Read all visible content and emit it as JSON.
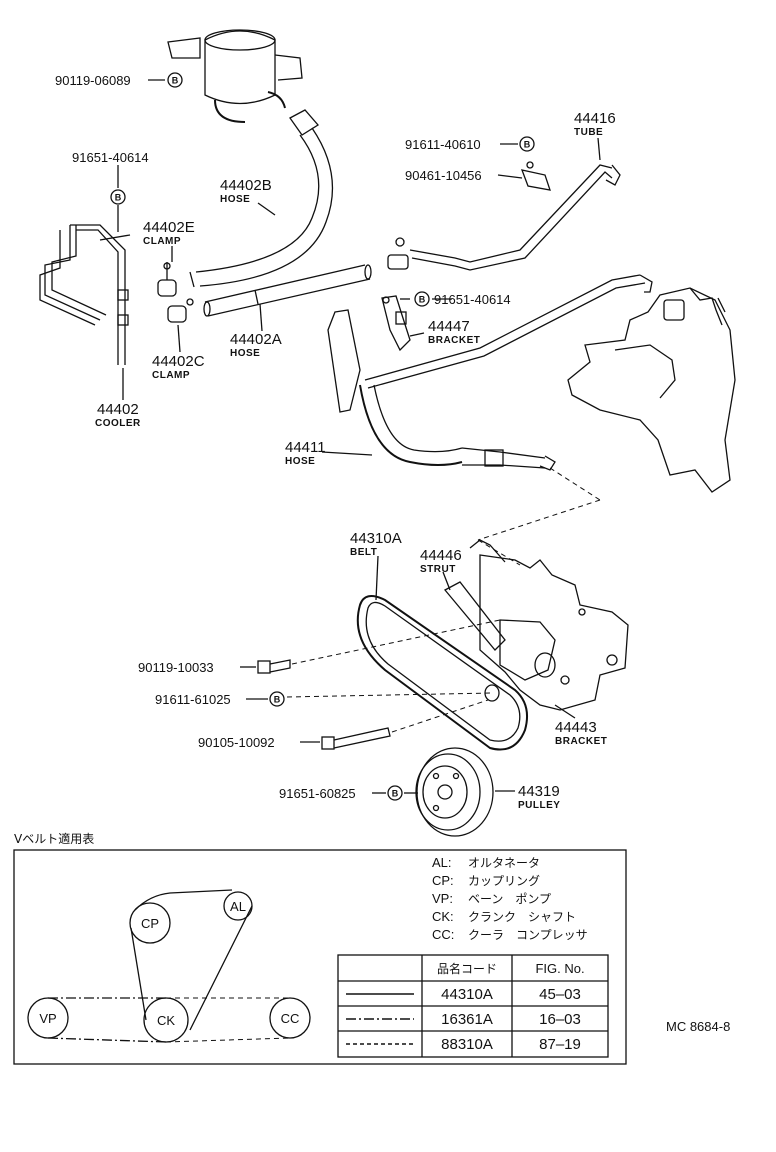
{
  "diagram": {
    "parts": {
      "p90119_06089": {
        "num": "90119-06089",
        "badge": "B"
      },
      "p91651_40614a": {
        "num": "91651-40614",
        "badge": "B"
      },
      "p44402B": {
        "num": "44402B",
        "label": "HOSE"
      },
      "p44402E": {
        "num": "44402E",
        "label": "CLAMP"
      },
      "p44402A": {
        "num": "44402A",
        "label": "HOSE"
      },
      "p44402C": {
        "num": "44402C",
        "label": "CLAMP"
      },
      "p44402": {
        "num": "44402",
        "label": "COOLER"
      },
      "p91611_40610": {
        "num": "91611-40610",
        "badge": "B"
      },
      "p90461_10456": {
        "num": "90461-10456"
      },
      "p44416": {
        "num": "44416",
        "label": "TUBE"
      },
      "p91651_40614b": {
        "num": "91651-40614",
        "badge": "B"
      },
      "p44447": {
        "num": "44447",
        "label": "BRACKET"
      },
      "p44411": {
        "num": "44411",
        "label": "HOSE"
      },
      "p44310A": {
        "num": "44310A",
        "label": "BELT"
      },
      "p44446": {
        "num": "44446",
        "label": "STRUT"
      },
      "p90119_10033": {
        "num": "90119-10033"
      },
      "p91611_61025": {
        "num": "91611-61025",
        "badge": "B"
      },
      "p90105_10092": {
        "num": "90105-10092"
      },
      "p44443": {
        "num": "44443",
        "label": "BRACKET"
      },
      "p91651_60825": {
        "num": "91651-60825",
        "badge": "B"
      },
      "p44319": {
        "num": "44319",
        "label": "PULLEY"
      }
    },
    "belt_table": {
      "title": "Vベルト適用表",
      "legend": [
        {
          "code": "AL:",
          "name": "オルタネータ"
        },
        {
          "code": "CP:",
          "name": "カップリング"
        },
        {
          "code": "VP:",
          "name": "ベーン　ポンプ"
        },
        {
          "code": "CK:",
          "name": "クランク　シャフト"
        },
        {
          "code": "CC:",
          "name": "クーラ　コンプレッサ"
        }
      ],
      "pulleys": {
        "al": "AL",
        "cp": "CP",
        "vp": "VP",
        "ck": "CK",
        "cc": "CC"
      },
      "headers": [
        "品名コード",
        "FIG. No."
      ],
      "rows": [
        {
          "code": "44310A",
          "fig": "45–03"
        },
        {
          "code": "16361A",
          "fig": "16–03"
        },
        {
          "code": "88310A",
          "fig": "87–19"
        }
      ]
    },
    "ref": "MC 8684-8"
  }
}
